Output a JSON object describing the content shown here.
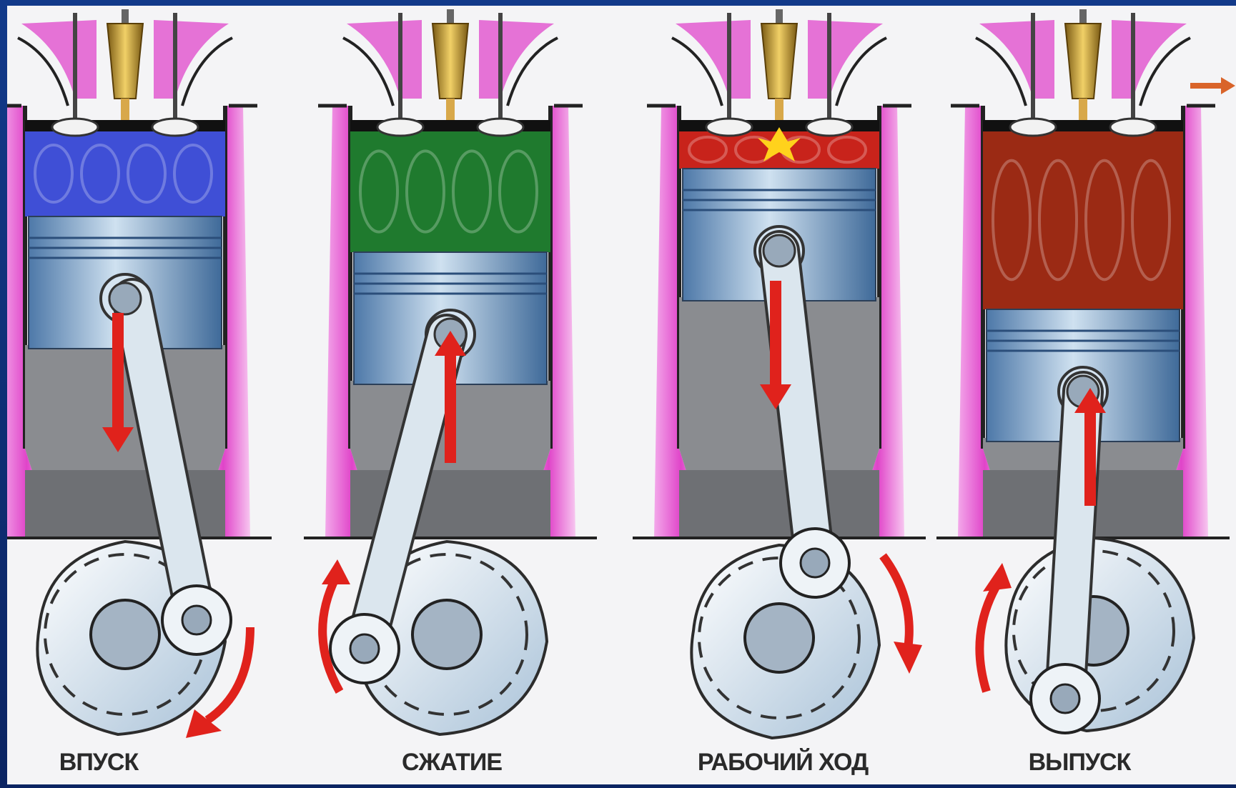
{
  "strokes": [
    {
      "label": "ВПУСК",
      "gas_color": "#3f4fd6",
      "piston": "down",
      "crank_arrow": "clockwise-bottom"
    },
    {
      "label": "СЖАТИЕ",
      "gas_color": "#1f7a2e",
      "piston": "up",
      "crank_arrow": "left-up"
    },
    {
      "label": "РАБОЧИЙ ХОД",
      "gas_color": "#c8231b",
      "piston": "down",
      "crank_arrow": "right-down"
    },
    {
      "label": "ВЫПУСК",
      "gas_color": "#9b2a14",
      "piston": "up",
      "crank_arrow": "left-up"
    }
  ],
  "colors": {
    "frame": "#0d2a6e",
    "cylinder_wall": "#e25bd0",
    "piston_metal": "#9fbcd8",
    "arrow": "#e0221c",
    "spark_plug": "#c99a2e"
  },
  "icons": [
    "spark-plug-icon",
    "valve-icon",
    "direction-arrow-icon",
    "exhaust-arrow-icon"
  ]
}
